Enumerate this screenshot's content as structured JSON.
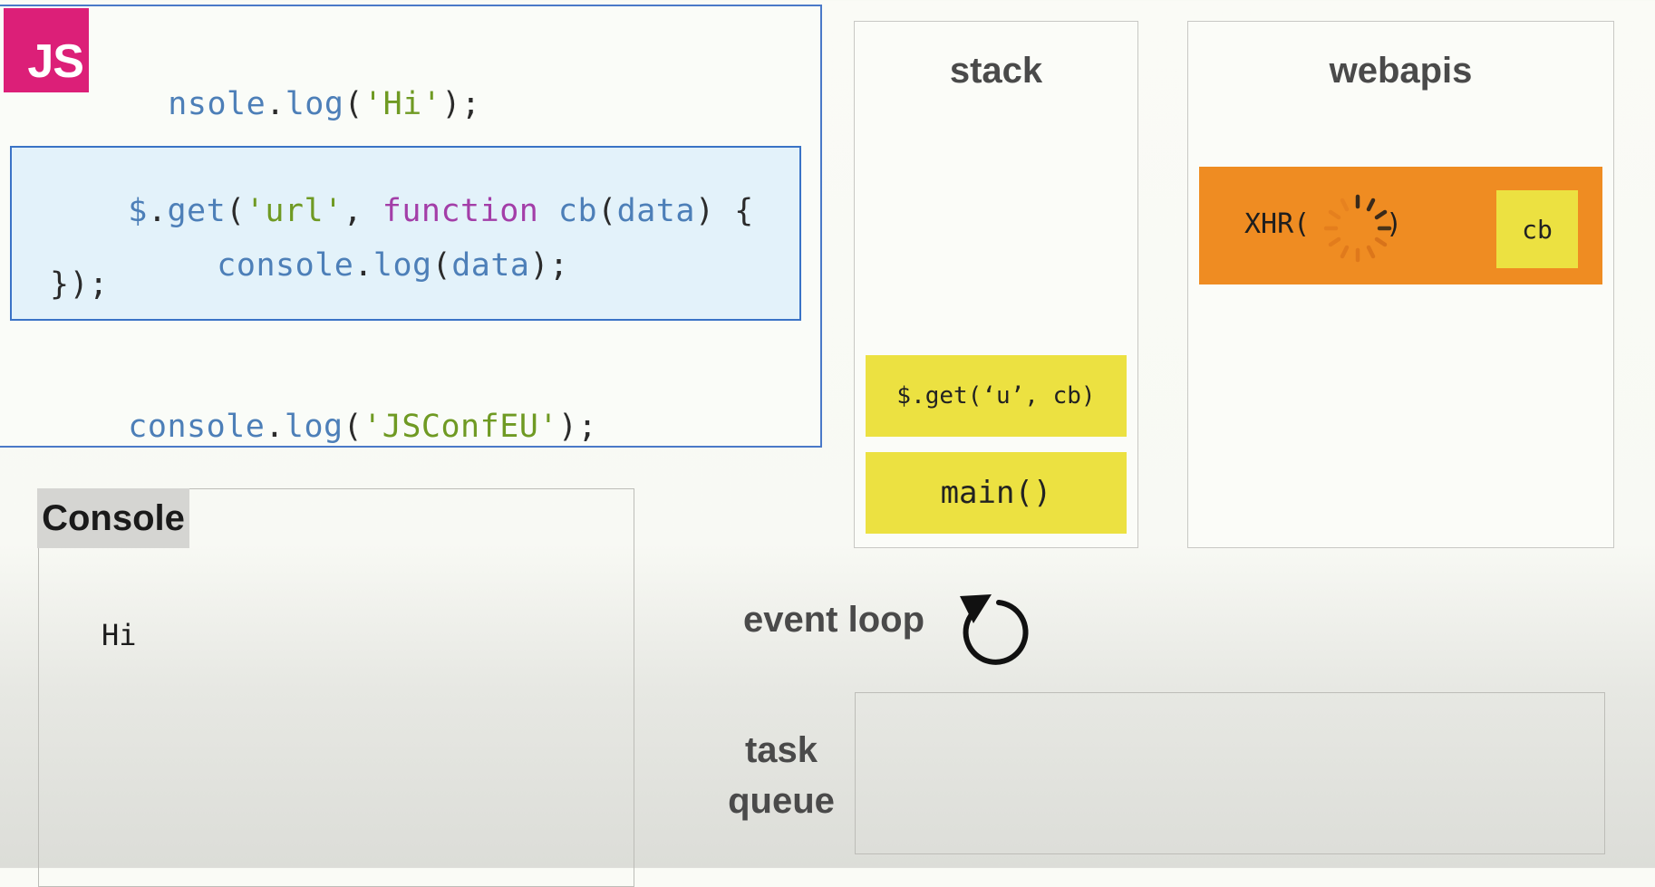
{
  "badge": {
    "label": "JS"
  },
  "code": {
    "line1": {
      "id1": "nsole",
      "dot": ".",
      "id2": "log",
      "open": "(",
      "str": "'Hi'",
      "close": ");"
    },
    "block": {
      "l1": {
        "id": "$",
        "dot": ".",
        "fn": "get",
        "open": "(",
        "str": "'url'",
        "comma": ", ",
        "kw": "function",
        "sp": " ",
        "name": "cb",
        "paren": "(",
        "arg": "data",
        "end": ") {"
      },
      "l2": {
        "id1": "console",
        "dot": ".",
        "id2": "log",
        "open": "(",
        "arg": "data",
        "close": ");"
      },
      "l3": "});"
    },
    "line5": {
      "id1": "console",
      "dot": ".",
      "id2": "log",
      "open": "(",
      "str": "'JSConfEU'",
      "close": ");"
    }
  },
  "stack": {
    "title": "stack",
    "frames": [
      "$.get(‘u’, cb)",
      "main()"
    ]
  },
  "webapis": {
    "title": "webapis",
    "xhr_label": "XHR(",
    "xhr_tail": ")",
    "cb_label": "cb"
  },
  "console": {
    "title": "Console",
    "output": "Hi"
  },
  "event_loop": {
    "label": "event loop"
  },
  "task_queue": {
    "label_line1": "task",
    "label_line2": "queue"
  },
  "colors": {
    "code_border": "#4a79c8",
    "highlight_bg": "#e3f2fa",
    "stack_frame": "#ece141",
    "xhr_bg": "#ef8c22",
    "badge": "#dc1f78"
  },
  "icons": {
    "event_loop": "refresh-arrow-icon",
    "spinner": "loading-spinner-icon"
  }
}
